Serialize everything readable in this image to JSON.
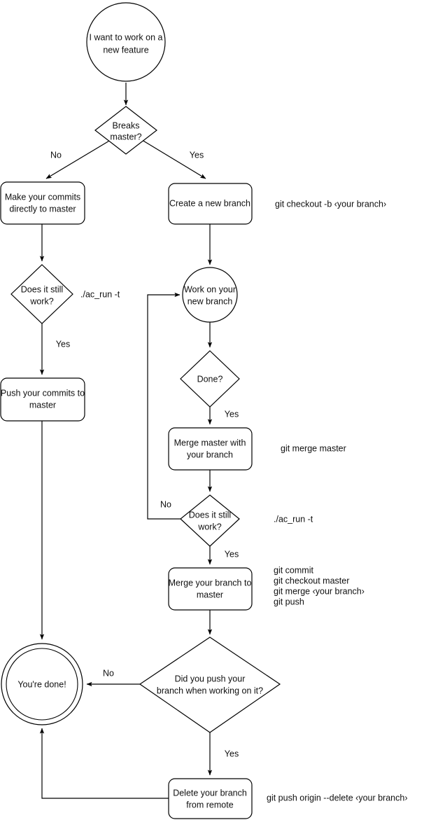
{
  "diagram": {
    "title": "Git branching workflow flowchart",
    "background_color": "#ffffff",
    "stroke_color": "#000000",
    "text_color": "#101010"
  },
  "nodes": {
    "start": {
      "label_line1": "I want to work on a",
      "label_line2": "new feature",
      "shape": "circle"
    },
    "breaks_master": {
      "label_line1": "Breaks",
      "label_line2": "master?",
      "shape": "diamond"
    },
    "make_commits": {
      "label_line1": "Make your commits",
      "label_line2": "directly to master",
      "shape": "rounded-rect"
    },
    "create_branch": {
      "label_line1": "Create a new branch",
      "label_line2": "",
      "shape": "rounded-rect"
    },
    "does_it_work_left": {
      "label_line1": "Does it still",
      "label_line2": "work?",
      "shape": "diamond"
    },
    "push_commits": {
      "label_line1": "Push your commits to",
      "label_line2": "master",
      "shape": "rounded-rect"
    },
    "work_on_branch": {
      "label_line1": "Work on your",
      "label_line2": "new branch",
      "shape": "circle"
    },
    "done": {
      "label_line1": "Done?",
      "label_line2": "",
      "shape": "diamond"
    },
    "merge_master": {
      "label_line1": "Merge master with",
      "label_line2": "your branch",
      "shape": "rounded-rect"
    },
    "does_it_work_right": {
      "label_line1": "Does it still",
      "label_line2": "work?",
      "shape": "diamond"
    },
    "merge_branch": {
      "label_line1": "Merge your branch to",
      "label_line2": "master",
      "shape": "rounded-rect"
    },
    "did_you_push": {
      "label_line1": "Did you push your",
      "label_line2": "branch when working on it?",
      "shape": "diamond"
    },
    "youre_done": {
      "label_line1": "You're done!",
      "label_line2": "",
      "shape": "double-circle"
    },
    "delete_branch": {
      "label_line1": "Delete your branch",
      "label_line2": "from remote",
      "shape": "rounded-rect"
    }
  },
  "edge_labels": {
    "breaks_no": "No",
    "breaks_yes": "Yes",
    "left_work_yes": "Yes",
    "done_yes": "Yes",
    "right_work_no": "No",
    "right_work_yes": "Yes",
    "push_no": "No",
    "push_yes": "Yes"
  },
  "annotations": {
    "checkout_branch": "git checkout -b ‹your branch›",
    "ac_run_left": "./ac_run -t",
    "merge_master_cmd": "git merge master",
    "ac_run_right": "./ac_run -t",
    "merge_cmds_line1": "git commit",
    "merge_cmds_line2": "git checkout master",
    "merge_cmds_line3": "git merge ‹your branch›",
    "merge_cmds_line4": "git push",
    "push_origin_delete": "git push origin --delete ‹your branch›"
  }
}
